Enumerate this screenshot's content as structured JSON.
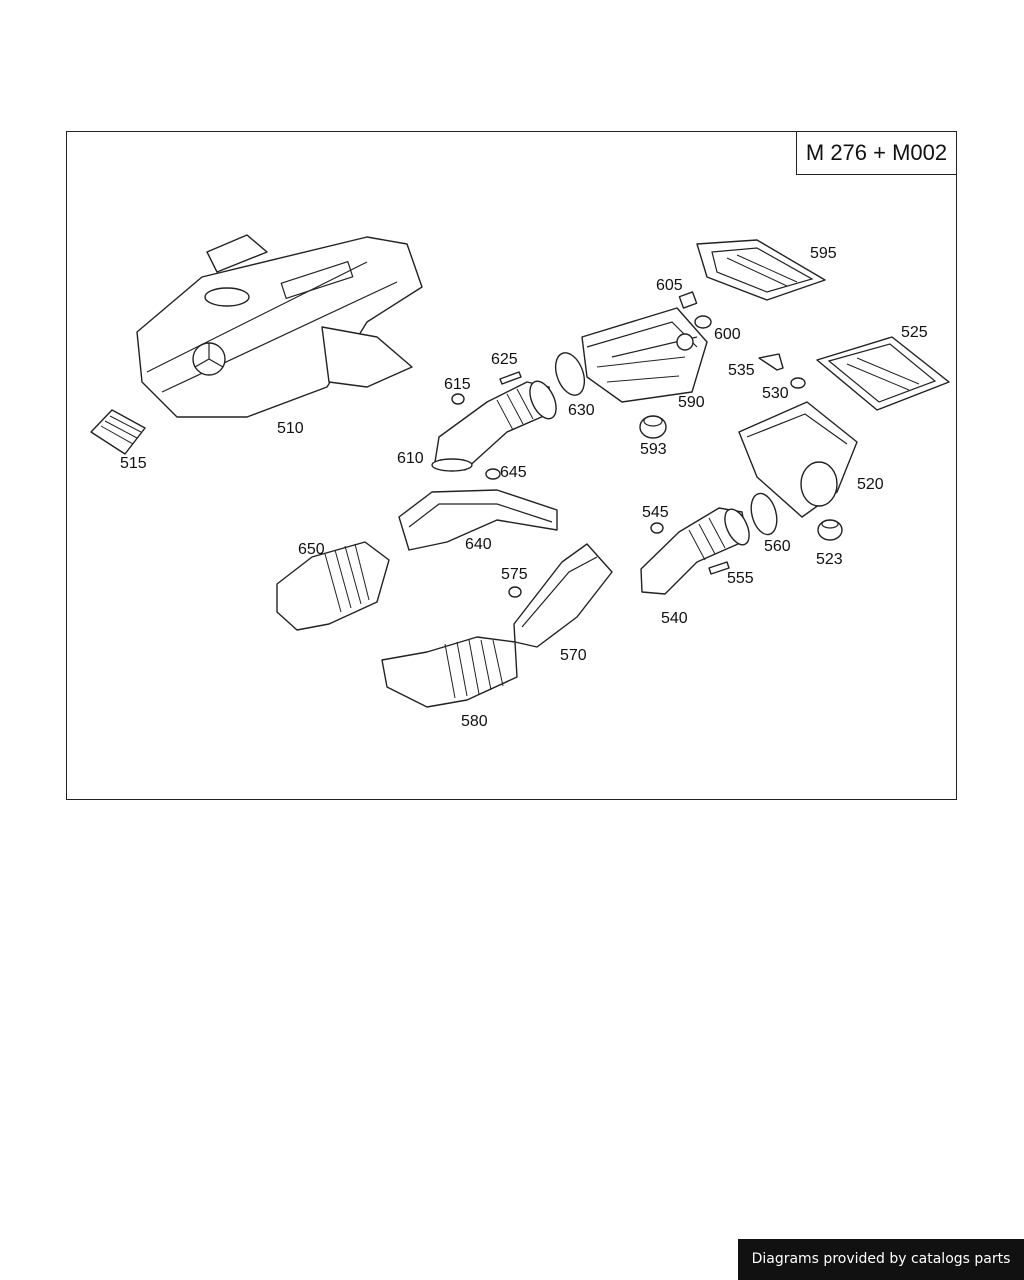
{
  "diagram": {
    "model_code": "M 276 + M002",
    "part_labels": [
      "510",
      "515",
      "595",
      "605",
      "600",
      "525",
      "625",
      "615",
      "630",
      "590",
      "535",
      "530",
      "593",
      "610",
      "645",
      "520",
      "545",
      "640",
      "650",
      "560",
      "523",
      "575",
      "555",
      "540",
      "570",
      "580"
    ]
  },
  "footer": {
    "credit": "Diagrams provided by catalogs parts"
  },
  "colors": {
    "line": "#222222",
    "background": "#ffffff",
    "badge": "#111111"
  }
}
